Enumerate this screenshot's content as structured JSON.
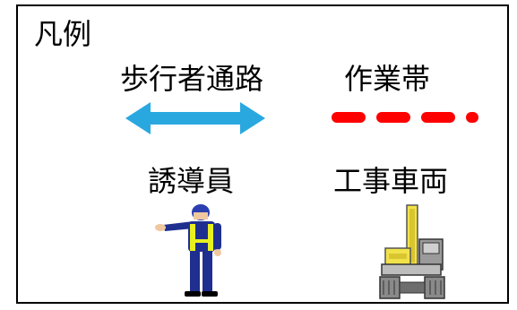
{
  "legend": {
    "title": "凡例",
    "items": [
      {
        "label": "歩行者通路",
        "icon": "double-arrow-icon",
        "color": "#29a8e0"
      },
      {
        "label": "作業帯",
        "icon": "dashed-line-icon",
        "color": "#ff0000"
      },
      {
        "label": "誘導員",
        "icon": "flagger-person-icon",
        "color": "#1f2f8f"
      },
      {
        "label": "工事車両",
        "icon": "excavator-icon",
        "color": "#f2e24a"
      }
    ]
  }
}
